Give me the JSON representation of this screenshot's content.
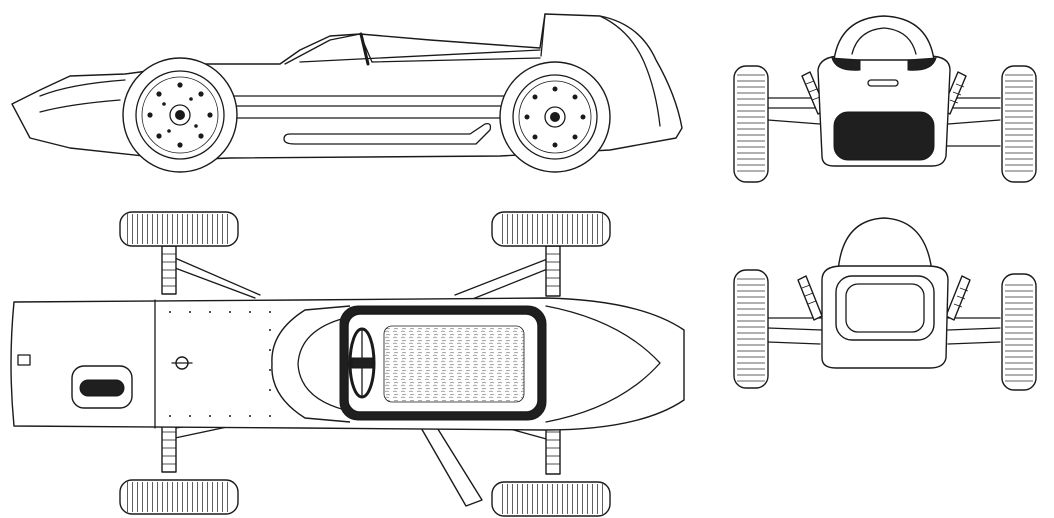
{
  "drawing": {
    "views": [
      "side-view",
      "top-view",
      "front-view",
      "rear-view"
    ],
    "line_color": "#1a1a1a",
    "background_color": "#ffffff"
  }
}
